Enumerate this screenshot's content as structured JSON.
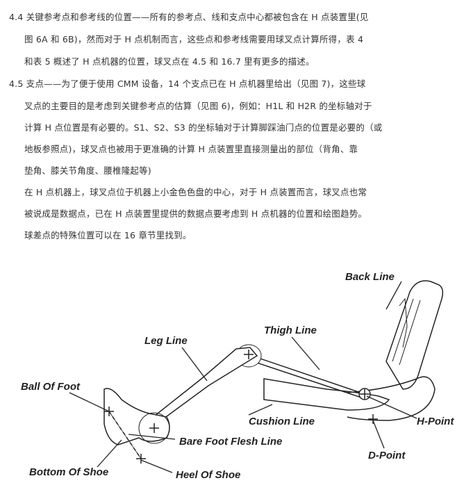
{
  "paragraphs": [
    "4.4 关键参考点和参考线的位置——所有的参考点、线和支点中心都被包含在 H 点装置里(见",
    "图 6A 和 6B)，然而对于 H 点机制而言，这些点和参考线需要用球叉点计算所得，表 4",
    "和表 5 概述了 H 点机器的位置，球叉点在 4.5 和 16.7 里有更多的描述。",
    "4.5  支点——为了便于使用 CMM 设备，14 个支点已在 H 点机器里给出（见图 7)，这些球",
    "叉点的主要目的是考虑到关键参考点的估算（见图 6)，例如：H1L 和 H2R 的坐标轴对于",
    "计算 H 点位置是有必要的。S1、S2、S3 的坐标轴对于计算脚踩油门点的位置是必要的（或",
    "地板参照点)，球叉点也被用于更准确的计算 H 点装置里直接测量出的部位（背角、靠",
    "垫角、膝关节角度、腰椎隆起等)",
    "在 H 点机器上，球叉点位于机器上小金色色盘的中心，对于 H 点装置而言，球叉点也常",
    "被说成是数据点，已在 H 点装置里提供的数据点要考虑到 H 点机器的位置和绘图趋势。",
    "球差点的特殊位置可以在 16 章节里找到。"
  ],
  "diagram": {
    "back_line": "Back Line",
    "thigh_line": "Thigh Line",
    "leg_line": "Leg Line",
    "ball_of_foot": "Ball Of Foot",
    "cushion_line": "Cushion Line",
    "h_point": "H-Point",
    "bare_foot_flesh_line": "Bare Foot Flesh Line",
    "d_point": "D-Point",
    "bottom_of_shoe": "Bottom Of Shoe",
    "heel_of_shoe": "Heel Of Shoe"
  }
}
